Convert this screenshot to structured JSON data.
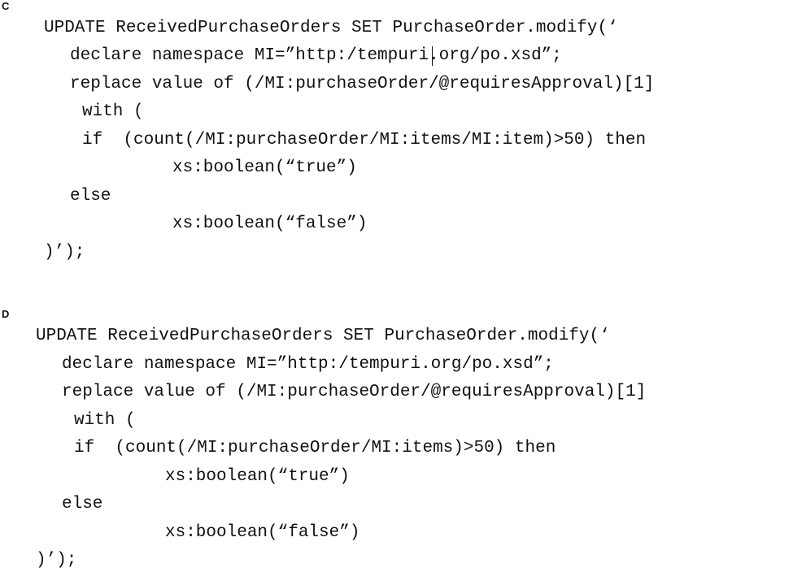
{
  "options": [
    {
      "label": "C",
      "lines": [
        "UPDATE ReceivedPurchaseOrders SET PurchaseOrder.modify(‘",
        "declare namespace MI=”http:/tempuri.org/po.xsd”;",
        "replace value of (/MI:purchaseOrder/@requiresApproval)[1]",
        "with (",
        "if  (count(/MI:purchaseOrder/MI:items/MI:item)>50) then",
        "xs:boolean(“true”)",
        "else",
        "xs:boolean(“false”)",
        ")’);"
      ]
    },
    {
      "label": "D",
      "lines": [
        "UPDATE ReceivedPurchaseOrders SET PurchaseOrder.modify(‘",
        "declare namespace MI=”http:/tempuri.org/po.xsd”;",
        "replace value of (/MI:purchaseOrder/@requiresApproval)[1]",
        "with (",
        "if  (count(/MI:purchaseOrder/MI:items)>50) then",
        "xs:boolean(“true”)",
        "else",
        "xs:boolean(“false”)",
        ")’);"
      ]
    }
  ]
}
